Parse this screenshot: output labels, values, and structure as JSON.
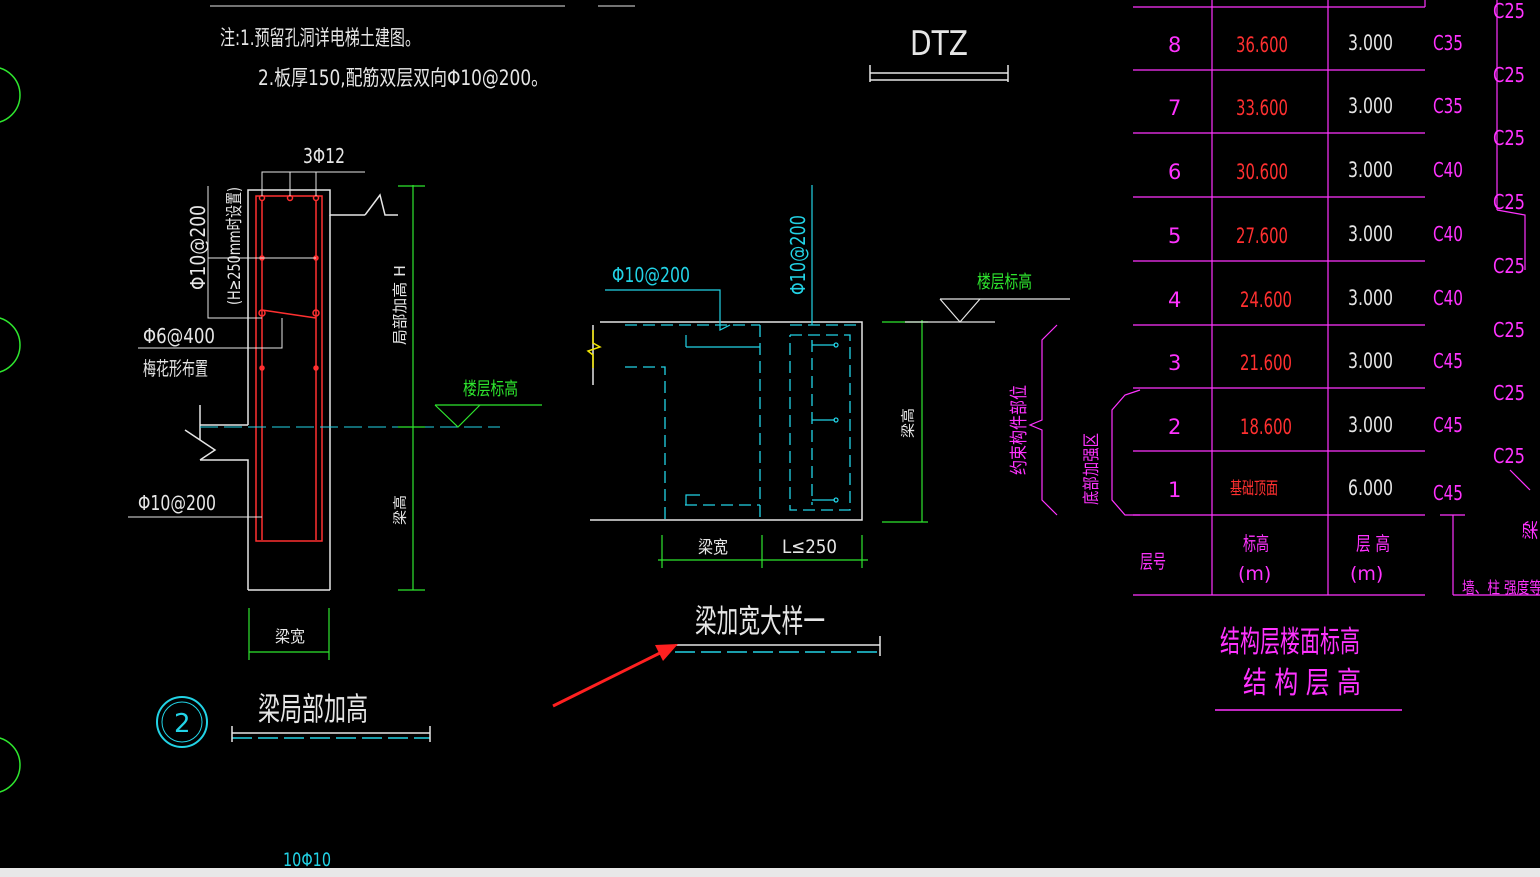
{
  "notes": {
    "line1": "注:1.预留孔洞详电梯土建图。",
    "line2": "2.板厚150,配筋双层双向Φ10@200。"
  },
  "dtz_label": "DTZ",
  "detail_left": {
    "top_rebar": "3Φ12",
    "stirrup_vertical": "Φ10@200",
    "note_vertical": "(H≥250mm时设置)",
    "tie_bar": "Φ6@400",
    "tie_bar_note": "梅花形布置",
    "bottom_stirrup": "Φ10@200",
    "height_label": "局部加高 H",
    "floor_elev": "楼层标高",
    "beam_height": "梁高",
    "beam_width": "梁宽",
    "title": "梁局部加高",
    "circle_number": "2",
    "bottom_partial": "10Φ10"
  },
  "detail_middle": {
    "stirrup_h": "Φ10@200",
    "stirrup_v": "Φ10@200",
    "floor_elev": "楼层标高",
    "beam_height": "梁高",
    "beam_width": "梁宽",
    "extra_width": "L≤250",
    "title": "梁加宽大样一",
    "constraint_zone": "约束构件部位",
    "strengthen_zone": "底部加强区"
  },
  "table": {
    "headers": {
      "floor": "层号",
      "elev": "标高\n(m)",
      "height": "层 高\n(m)"
    },
    "rows": [
      {
        "floor": "8",
        "elev": "36.600",
        "height": "3.000",
        "grade": "C35",
        "extra": "C25"
      },
      {
        "floor": "7",
        "elev": "33.600",
        "height": "3.000",
        "grade": "C35",
        "extra": "C25"
      },
      {
        "floor": "6",
        "elev": "30.600",
        "height": "3.000",
        "grade": "C40",
        "extra": "C25"
      },
      {
        "floor": "5",
        "elev": "27.600",
        "height": "3.000",
        "grade": "C40",
        "extra": "C25"
      },
      {
        "floor": "4",
        "elev": "24.600",
        "height": "3.000",
        "grade": "C40",
        "extra": "C25"
      },
      {
        "floor": "3",
        "elev": "21.600",
        "height": "3.000",
        "grade": "C45",
        "extra": "C25"
      },
      {
        "floor": "2",
        "elev": "18.600",
        "height": "3.000",
        "grade": "C45",
        "extra": "C25"
      },
      {
        "floor": "1",
        "elev": "基础顶面",
        "height": "6.000",
        "grade": "C45",
        "extra": ""
      }
    ],
    "top_extra": "C25",
    "side_label": "墙、柱 强度等",
    "side_label2": "梁",
    "title_line1": "结构层楼面标高",
    "title_line2": "结 构 层 高"
  },
  "colors": {
    "background": "#000000",
    "green": "#2ee62e",
    "cyan": "#22d3e6",
    "magenta": "#ff33ff",
    "red": "#ff3030",
    "white": "#e6e6e6",
    "arrow": "#ff2020"
  }
}
